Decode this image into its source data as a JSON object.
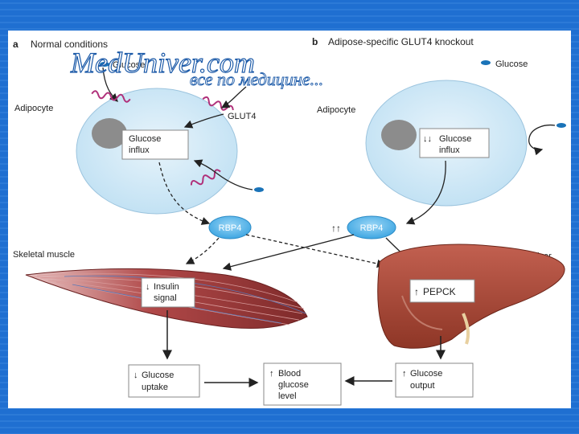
{
  "panel_a": {
    "letter": "a",
    "title": "Normal conditions",
    "glucose_label": "Glucose",
    "adipocyte_label": "Adipocyte",
    "glut4_label": "GLUT4",
    "influx_line1": "Glucose",
    "influx_line2": "influx"
  },
  "panel_b": {
    "letter": "b",
    "title": "Adipose-specific GLUT4 knockout",
    "glucose_label": "Glucose",
    "adipocyte_label": "Adipocyte",
    "influx_arrows": "↓↓",
    "influx_line1": "Glucose",
    "influx_line2": "influx"
  },
  "rbp4": {
    "left_label": "RBP4",
    "right_label": "RBP4",
    "right_arrows": "↑↑"
  },
  "muscle": {
    "label": "Skeletal muscle",
    "arrow": "↓",
    "box_line1": "Insulin",
    "box_line2": "signal"
  },
  "liver": {
    "label": "Liver",
    "arrow": "↑",
    "box": "PEPCK"
  },
  "outcomes": {
    "uptake_arrow": "↓",
    "uptake_line1": "Glucose",
    "uptake_line2": "uptake",
    "blood_arrow": "↑",
    "blood_line1": "Blood",
    "blood_line2": "glucose",
    "blood_line3": "level",
    "output_arrow": "↑",
    "output_line1": "Glucose",
    "output_line2": "output"
  },
  "watermark": {
    "line1": "MedUniver.com",
    "line2": "все по медицине..."
  },
  "colors": {
    "background": "#1f6fd1",
    "cell_fill": "#cfe6f5",
    "rbp4_fill": "#5fb8ea",
    "glut4": "#b0307a",
    "glucose": "#1a73b8",
    "muscle": "#9a3a3a",
    "liver": "#a84a3a"
  }
}
